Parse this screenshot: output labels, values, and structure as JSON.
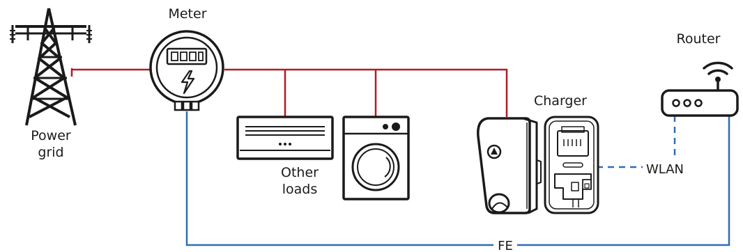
{
  "labels": {
    "power_grid_line1": "Power",
    "power_grid_line2": "grid",
    "meter": "Meter",
    "other_loads_line1": "Other",
    "other_loads_line2": "loads",
    "charger": "Charger",
    "router": "Router",
    "wlan": "WLAN",
    "fe": "FE"
  },
  "colors": {
    "power_line": "#b01c24",
    "comm_line": "#2f6db5",
    "device_stroke": "#1a1a1a"
  }
}
